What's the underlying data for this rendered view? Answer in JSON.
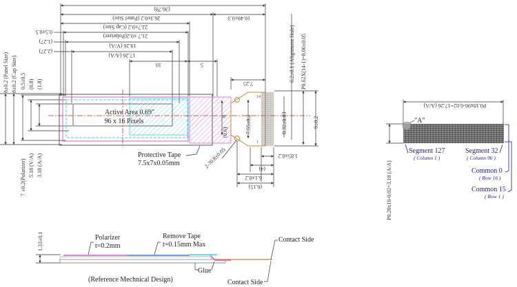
{
  "colors": {
    "polarizer": "#d35fd3",
    "cap_glass": "#3fd3d3",
    "fpc": "#c8853a",
    "center_line": "#d02020",
    "annotation": "#1a1aa0"
  },
  "front_view": {
    "top_dimensions": {
      "overall": "(36.79)",
      "panel_size": "26.3±0.2 (Panel Size)",
      "cap_size": "22.7±0.2 (Cap Size)",
      "polarizer": "21.7 ±0.2(Polarizer)",
      "viewing_area": "19.26 (V/A)",
      "active_area": "17.26 (A/A)",
      "tape_width": "10",
      "tape_offset": "5",
      "fpc_length": "10.49±0.3",
      "fpc_neck": "7.25"
    },
    "left_offsets": {
      "offset_1": "0.5±0.5",
      "offset_2": "(1.27)",
      "offset_3": "(2.27)"
    },
    "left_dimensions": {
      "panel_size": "8±0.2 (Panel Size)",
      "cap_size": "8±0.2 (Cap Size)",
      "offset": "0.5±0.5",
      "d08": "(0.8)",
      "d18": "(1.8)",
      "polarizer": "7 ±0.2(Polarizer)",
      "viewing_area": "5.18 (V/A)",
      "active_area": "3.18 (A/A)"
    },
    "active_area_label": "Active Area 0.69\"",
    "pixels_label": "96 x 16 Pixels",
    "protective_tape_title": "Protective Tape",
    "protective_tape_size": "7.5x7x0.05mm",
    "tape_dims": {
      "d8": "8",
      "d06": "(0.6)"
    },
    "hole_label": "2-?0.8±0.05",
    "fpc_dimensions": {
      "pin_span": "7.55±0.2",
      "pin_width": "0.32±0.03",
      "fpc_width": "9±0.2",
      "alignment_hole": "6.2±0.1 (Alignment Hole)",
      "pitch": "P0.62X(14-1)=8.06±0.05",
      "d185": "1.85±0.2",
      "d4": "(4)",
      "d61": "6.1±0.2",
      "d615": "(6.15)"
    },
    "pin_labels": {
      "first": "14",
      "last": "1"
    }
  },
  "detail_view": {
    "pitch_h": "P0.18x96-0.02=17.26 (A/A)",
    "pitch_v": "P0.20x16-0.02=3.18 (A/A)",
    "detail_label": "\"A\"",
    "seg127": "Segment 127",
    "col1": "( Column 1 )",
    "seg32": "Segment 32",
    "col96": "( Column 96 )",
    "com0": "Common 0",
    "row16": "( Row 16 )",
    "com15": "Common 15",
    "row1": "( Row 1 )"
  },
  "side_view": {
    "thickness": "1.33±0.1",
    "polarizer": "Polarizer",
    "polarizer_t": "t=0.2mm",
    "remove_tape": "Remove Tape",
    "remove_tape_t": "t=0.15mm Max",
    "glue": "Glue",
    "contact_side_top": "Contact Side",
    "contact_side_bottom": "Contact Side",
    "caption": "(Reference Mechnical Design)"
  }
}
